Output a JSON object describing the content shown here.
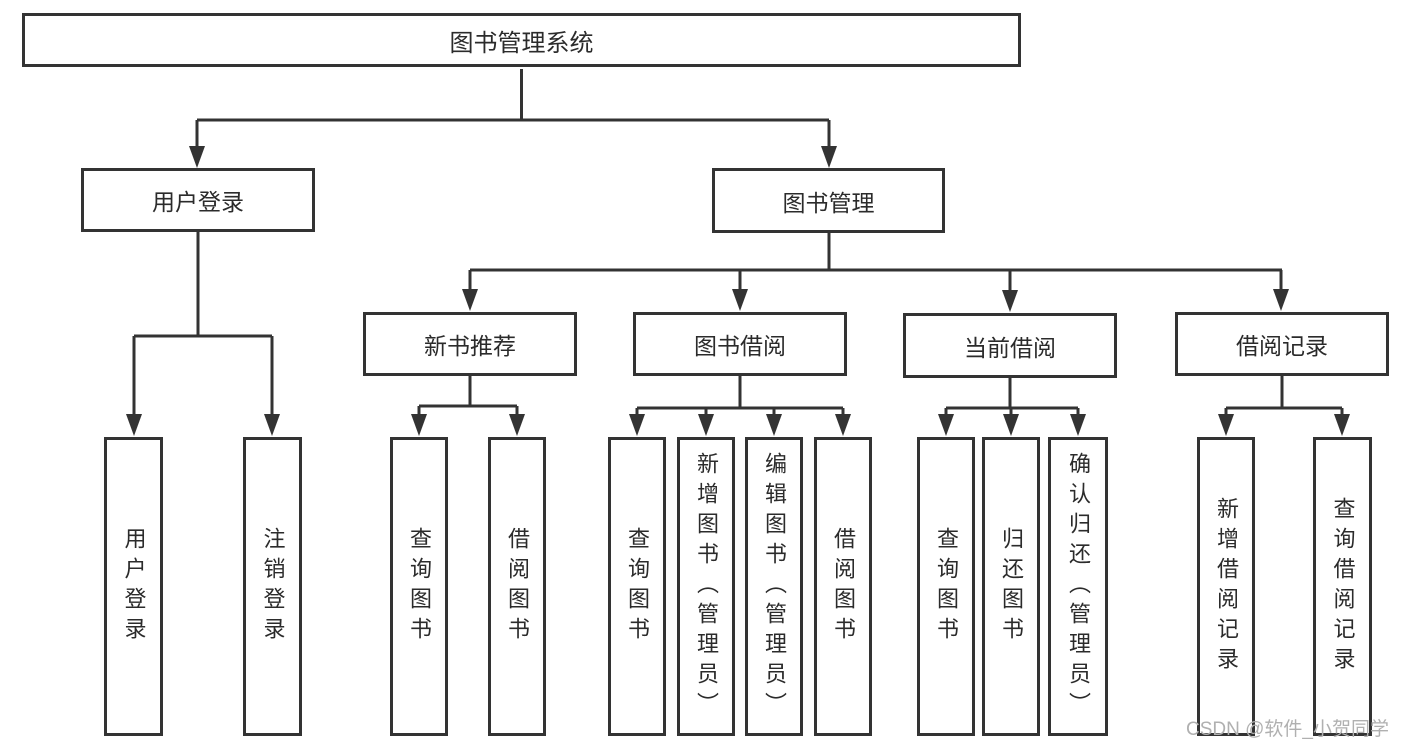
{
  "diagram": {
    "tree": {
      "root": "图书管理系统",
      "branches": [
        {
          "label": "用户登录",
          "children": [
            "用户登录",
            "注销登录"
          ]
        },
        {
          "label": "图书管理",
          "groups": [
            {
              "label": "新书推荐",
              "children": [
                "查询图书",
                "借阅图书"
              ]
            },
            {
              "label": "图书借阅",
              "children": [
                "查询图书",
                "新增图书（管理员）",
                "编辑图书（管理员）",
                "借阅图书"
              ]
            },
            {
              "label": "当前借阅",
              "children": [
                "查询图书",
                "归还图书",
                "确认归还（管理员）"
              ]
            },
            {
              "label": "借阅记录",
              "children": [
                "新增借阅记录",
                "查询借阅记录"
              ]
            }
          ]
        }
      ]
    },
    "watermark": "CSDN @软件_小贺同学",
    "colors": {
      "line": "#333333",
      "box_border": "#333333",
      "box_fill": "#ffffff",
      "text": "#2b2b2b",
      "watermark": "#b0b0b0",
      "background": "#ffffff"
    }
  }
}
